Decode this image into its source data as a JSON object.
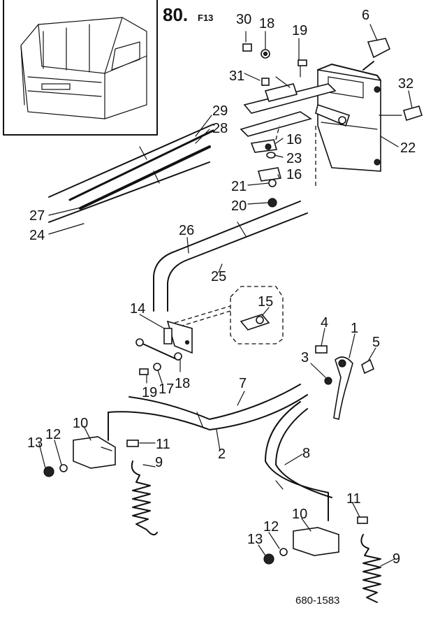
{
  "header": {
    "page_number": "80.",
    "page_suffix": "F13"
  },
  "drawing_number": "680-1583",
  "callouts": {
    "p30": "30",
    "p18a": "18",
    "p19a": "19",
    "p6": "6",
    "p31": "31",
    "p32": "32",
    "p22": "22",
    "p29": "29",
    "p28": "28",
    "p16a": "16",
    "p23": "23",
    "p21": "21",
    "p16b": "16",
    "p20": "20",
    "p27": "27",
    "p24": "24",
    "p26": "26",
    "p25": "25",
    "p15": "15",
    "p14": "14",
    "p4": "4",
    "p1": "1",
    "p3": "3",
    "p5": "5",
    "p19b": "19",
    "p17": "17",
    "p18b": "18",
    "p7": "7",
    "p10a": "10",
    "p13a": "13",
    "p12a": "12",
    "p11a": "11",
    "p2": "2",
    "p9a": "9",
    "p8": "8",
    "p11b": "11",
    "p10b": "10",
    "p12b": "12",
    "p13b": "13",
    "p9b": "9"
  }
}
